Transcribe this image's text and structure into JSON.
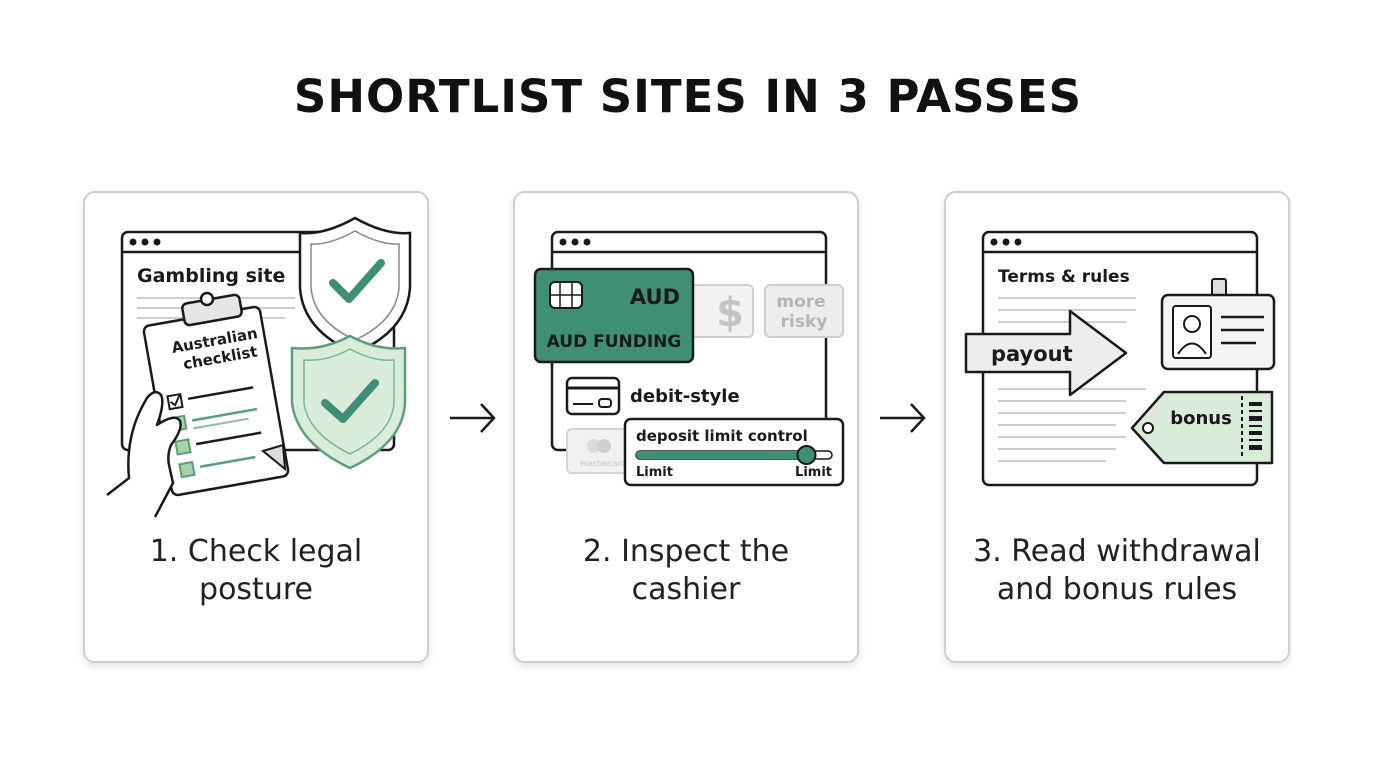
{
  "title": "SHORTLIST SITES IN 3 PASSES",
  "steps": [
    {
      "caption": "1. Check legal\nposture",
      "window_label": "Gambling site",
      "checklist_title_1": "Australian",
      "checklist_title_2": "checklist"
    },
    {
      "caption": "2. Inspect the\ncashier",
      "card_currency": "AUD",
      "card_label": "AUD FUNDING",
      "more_risky_1": "more",
      "more_risky_2": "risky",
      "debit_label": "debit-style",
      "deposit_title": "deposit limit control",
      "limit_left": "Limit",
      "limit_right": "Limit",
      "deposit_limit_level": 0.87,
      "faded_card_label": "mastercard"
    },
    {
      "caption": "3. Read withdrawal\nand bonus rules",
      "window_label": "Terms & rules",
      "payout_label": "payout",
      "bonus_label": "bonus"
    }
  ],
  "colors": {
    "accent_green": "#3f8f74",
    "light_green": "#d9ecd9",
    "outline": "#1a1a1a"
  }
}
